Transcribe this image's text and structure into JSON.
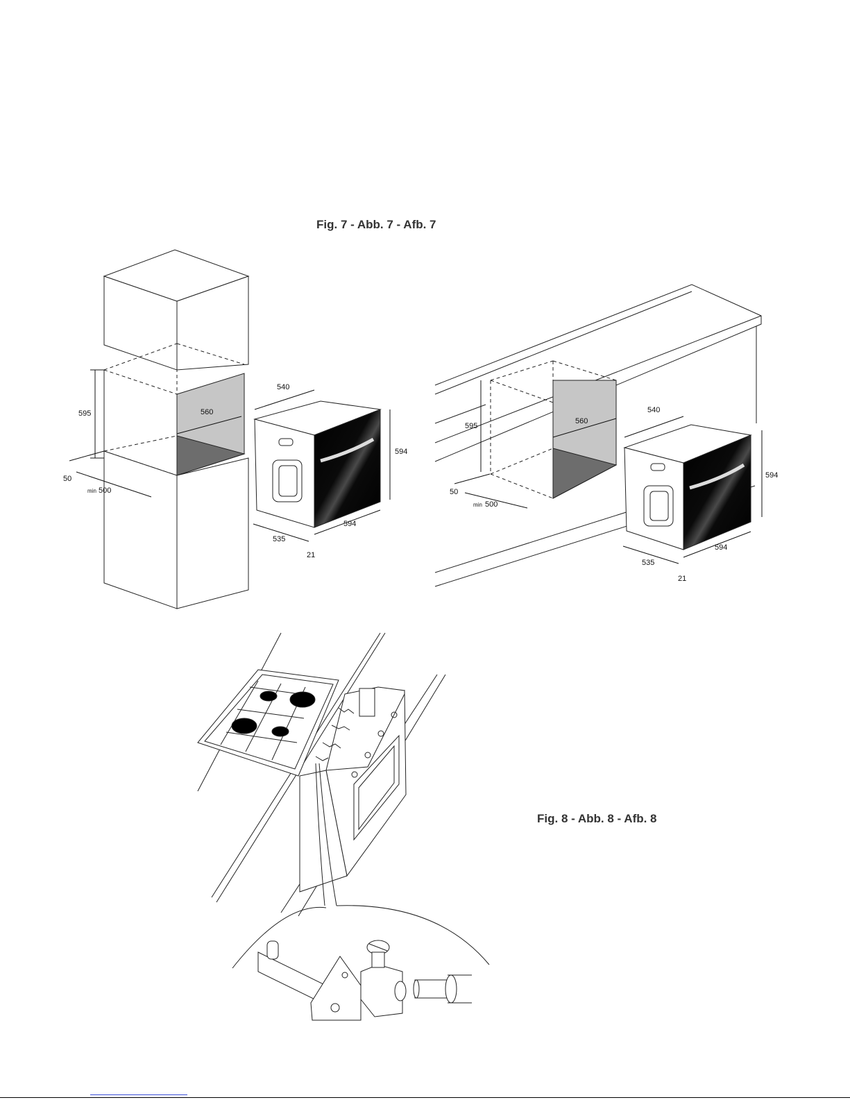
{
  "figures": {
    "fig7": {
      "caption": "Fig. 7 - Abb. 7 - Afb. 7",
      "left_diagram": {
        "labels": {
          "niche_height": "595",
          "niche_width": "560",
          "niche_gap": "50",
          "niche_depth_min": "min",
          "niche_depth_value": "500",
          "oven_width_top": "540",
          "oven_height": "594",
          "oven_width_front": "594",
          "oven_depth": "535",
          "oven_front_thickness": "21"
        }
      },
      "right_diagram": {
        "labels": {
          "niche_height": "595",
          "niche_width": "560",
          "niche_gap": "50",
          "niche_depth_min": "min",
          "niche_depth_value": "500",
          "oven_width_top": "540",
          "oven_height": "594",
          "oven_width_front": "594",
          "oven_depth": "535",
          "oven_front_thickness": "21"
        }
      }
    },
    "fig8": {
      "caption": "Fig. 8 - Abb. 8 - Afb. 8"
    }
  },
  "colors": {
    "line": "#222222",
    "niche_back": "#c8c8c8",
    "niche_floor": "#6a6a6a",
    "oven_glass": "#050505",
    "burner": "#000000"
  }
}
